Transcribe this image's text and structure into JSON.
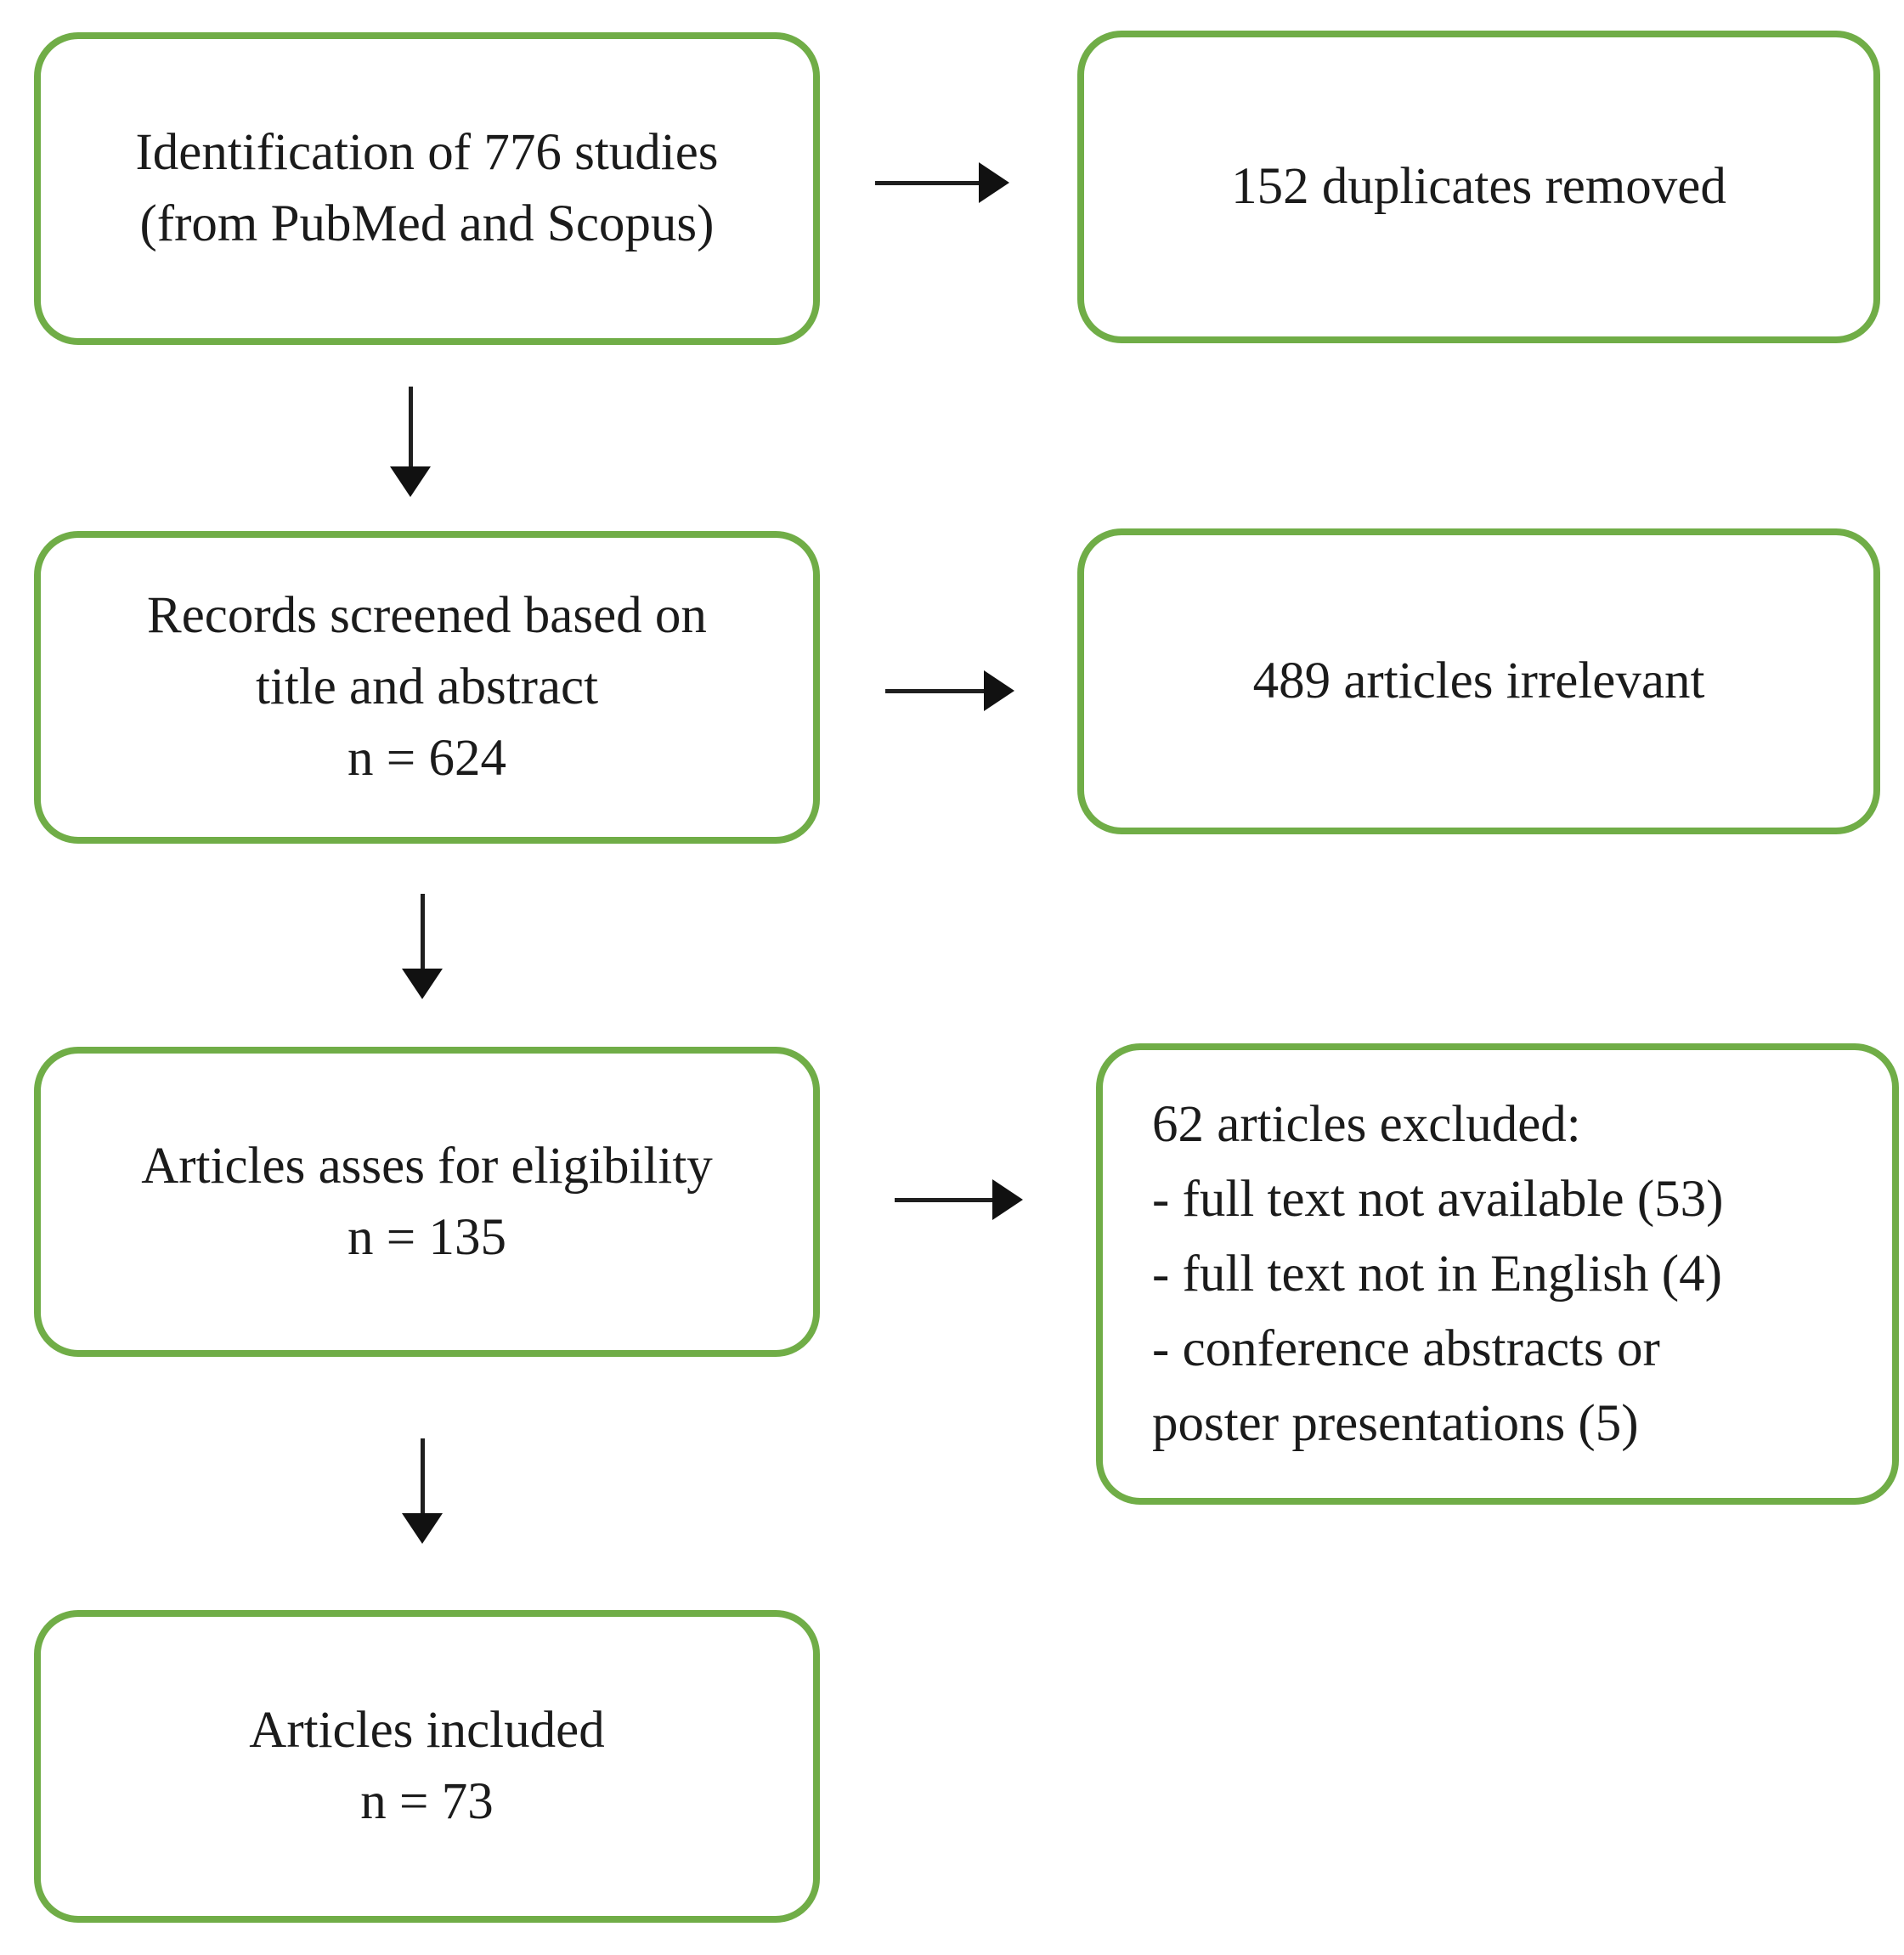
{
  "figure": {
    "type": "flowchart",
    "background_color": "#ffffff",
    "box_border_color": "#70AD47",
    "arrow_color": "#1f1f1f",
    "text_color": "#1b1b1b"
  },
  "boxes": {
    "identification": {
      "lines": [
        "Identification of 776 studies",
        "(from PubMed and Scopus)"
      ]
    },
    "duplicates": {
      "lines": [
        "152 duplicates removed"
      ]
    },
    "screened": {
      "lines": [
        "Records screened based on",
        "title and abstract",
        "n = 624"
      ]
    },
    "irrelevant": {
      "lines": [
        "489 articles irrelevant"
      ]
    },
    "eligibility": {
      "lines": [
        "Articles asses for eligibility",
        "n = 135"
      ]
    },
    "excluded": {
      "lines": [
        "62 articles excluded:",
        "- full text not available (53)",
        "- full text not in English (4)",
        "- conference abstracts or",
        "poster presentations (5)"
      ]
    },
    "included": {
      "lines": [
        "Articles included",
        "n = 73"
      ]
    }
  },
  "icons": {
    "arrow_right": "black right-pointing solid triangle with shaft (css shape)",
    "arrow_down": "black down-pointing solid triangle with shaft (css shape)"
  }
}
